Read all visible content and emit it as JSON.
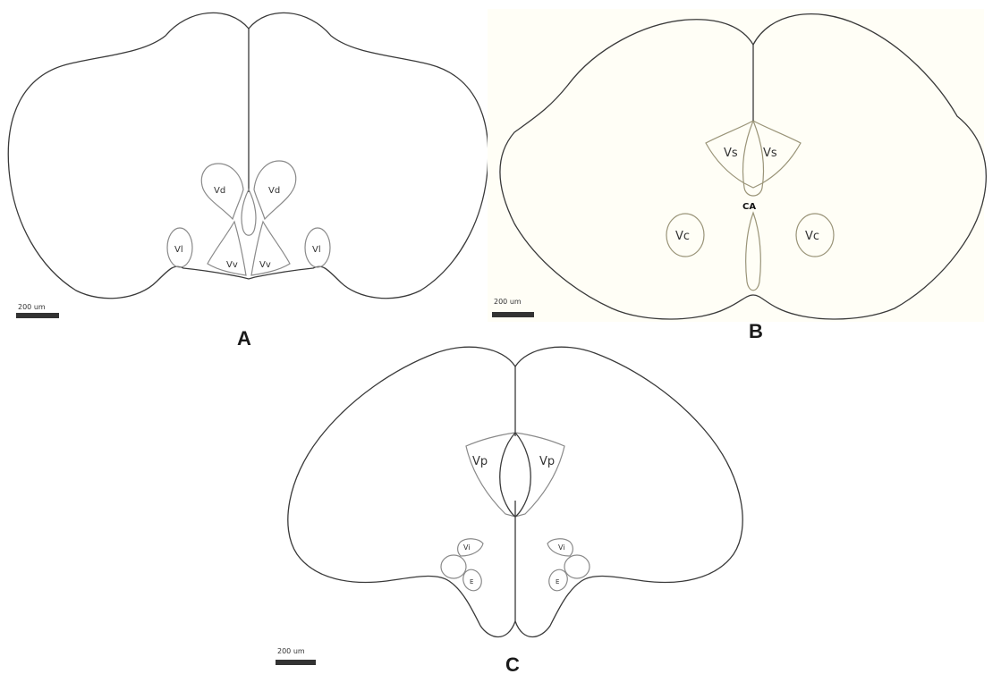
{
  "panels": {
    "A": {
      "letter": "A",
      "scale": "200 um",
      "labels": {
        "vd_left": "Vd",
        "vd_right": "Vd",
        "vv_left": "Vv",
        "vv_right": "Vv",
        "vl_left": "Vl",
        "vl_right": "Vl"
      }
    },
    "B": {
      "letter": "B",
      "scale": "200 um",
      "labels": {
        "vs_left": "Vs",
        "vs_right": "Vs",
        "ca": "CA",
        "vc_left": "Vc",
        "vc_right": "Vc"
      }
    },
    "C": {
      "letter": "C",
      "scale": "200 um",
      "labels": {
        "vp_left": "Vp",
        "vp_right": "Vp",
        "vi_left": "Vi",
        "vi_right": "Vi",
        "e_left": "E",
        "e_right": "E"
      }
    }
  },
  "colors": {
    "outline": "#3a3a3a",
    "nucleus": "#8a8a8a",
    "panel_b_tint": "#fffef6"
  }
}
